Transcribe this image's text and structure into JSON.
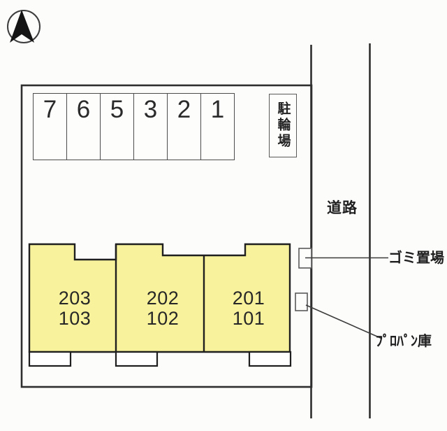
{
  "plan": {
    "compass": {
      "icon": "north-arrow"
    },
    "parking": {
      "stalls": [
        "7",
        "6",
        "5",
        "3",
        "2",
        "1"
      ]
    },
    "bicycle_area": {
      "label": "駐輪場"
    },
    "road": {
      "label": "道路"
    },
    "building": {
      "units": [
        {
          "upper": "203",
          "lower": "103"
        },
        {
          "upper": "202",
          "lower": "102"
        },
        {
          "upper": "201",
          "lower": "101"
        }
      ]
    },
    "annotations": {
      "garbage": {
        "label": "ゴミ置場"
      },
      "propane": {
        "label": "ﾌﾟﾛﾊﾟﾝ庫"
      }
    }
  },
  "colors": {
    "line": "#2e2e2e",
    "building_fill": "#F7F29B",
    "background": "#fcfcfb"
  }
}
